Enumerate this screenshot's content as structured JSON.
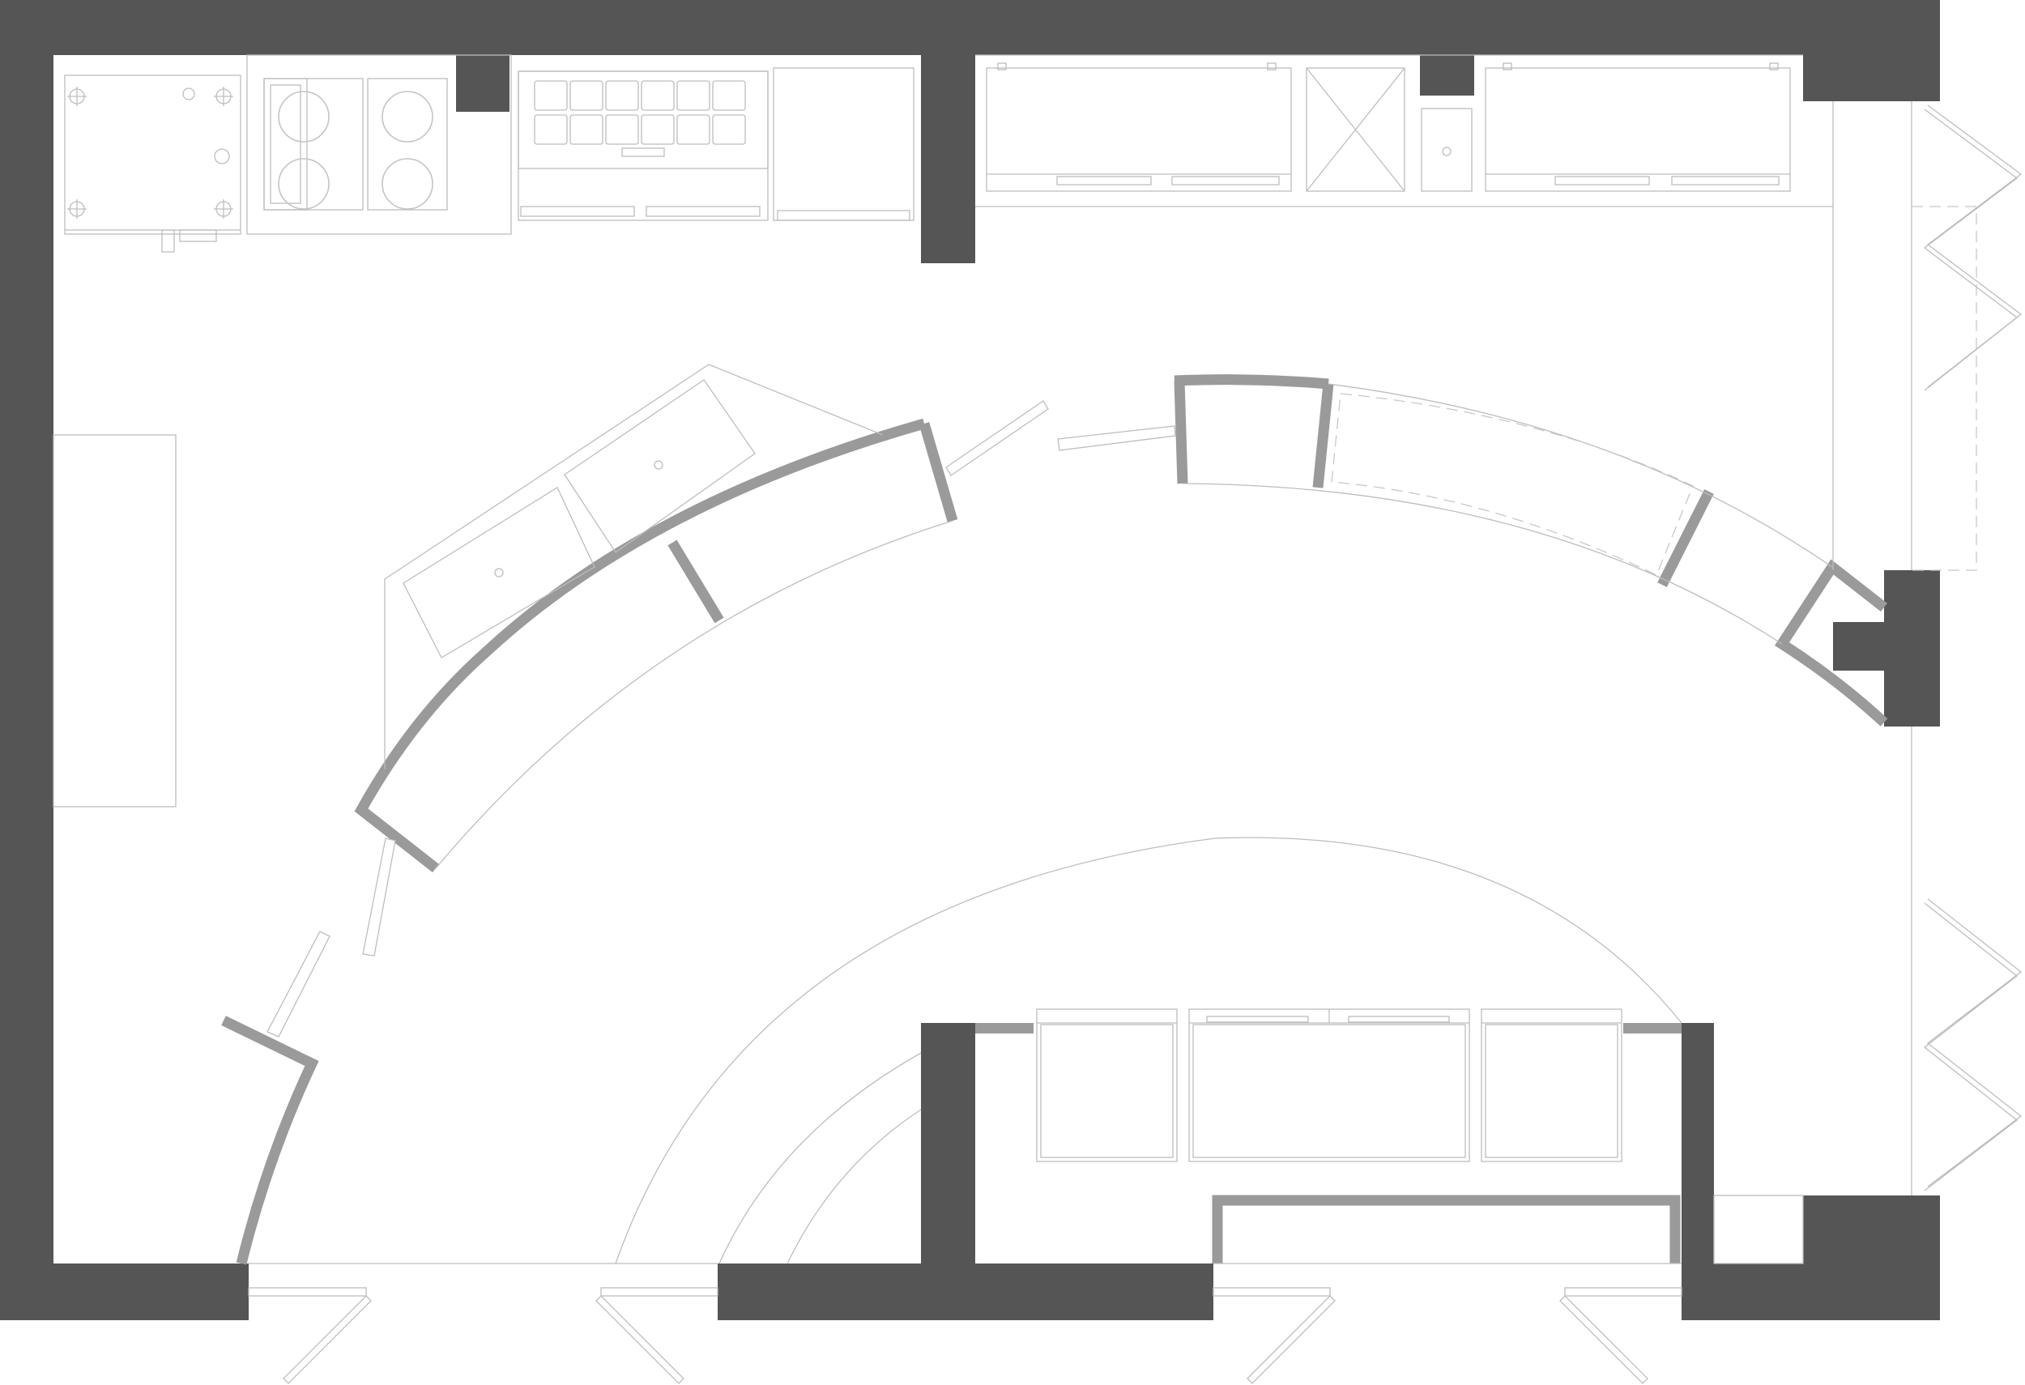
{
  "drawing": {
    "type": "architectural floor plan",
    "view": "top-down",
    "colors": {
      "background": "#ffffff",
      "structural_wall": "#555555",
      "partition": "#9a9a9a",
      "fixture_line": "#bdbdbd"
    },
    "elements": {
      "kitchen_line": [
        "cooktop",
        "induction-hob",
        "induction-hob",
        "bain-marie",
        "counter"
      ],
      "fridges": [
        "refrigerator-left",
        "refrigerator-right"
      ],
      "curved_bar": [
        "sink-counter",
        "display-counter"
      ],
      "doors": [
        "entrance-door",
        "front-door-left",
        "front-door-center",
        "front-door-right",
        "folding-door-upper",
        "folding-door-lower"
      ]
    }
  }
}
